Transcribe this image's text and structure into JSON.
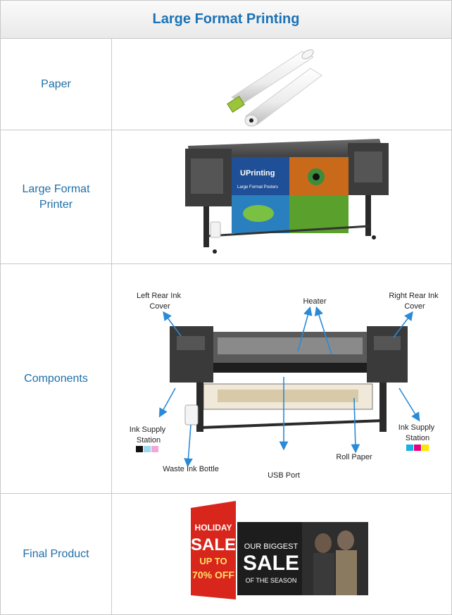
{
  "header": {
    "title": "Large Format Printing"
  },
  "rows": [
    {
      "label": "Paper",
      "image_icon": "paper-roll-icon"
    },
    {
      "label": "Large Format\nPrinter",
      "image_icon": "printer-icon",
      "printer_brand": "UPrinting",
      "poster_text": "Large Format Posters"
    },
    {
      "label": "Components",
      "image_icon": "printer-components-icon",
      "callouts": {
        "left_rear": "Left Rear Ink\nCover",
        "heater": "Heater",
        "right_rear": "Right Rear Ink\nCover",
        "ink_left": "Ink Supply\nStation",
        "ink_right": "Ink Supply\nStation",
        "waste": "Waste Ink Bottle",
        "usb": "USB Port",
        "roll": "Roll Paper"
      },
      "ink_swatches_left": [
        "#111111",
        "#9fd6f0",
        "#f3a6d8"
      ],
      "ink_swatches_right": [
        "#17b1e6",
        "#e6007e",
        "#ffe500"
      ]
    },
    {
      "label": "Final Product",
      "image_icon": "banners-icon",
      "banner1": {
        "line1": "HOLIDAY",
        "line2": "SALE",
        "line3": "UP TO",
        "line4": "70% OFF"
      },
      "banner2": {
        "line1": "OUR BIGGEST",
        "line2": "SALE",
        "line3": "OF THE SEASON"
      }
    }
  ],
  "colors": {
    "accent": "#1b72b5",
    "border": "#c8c8c8",
    "arrow": "#2a8ad8"
  }
}
